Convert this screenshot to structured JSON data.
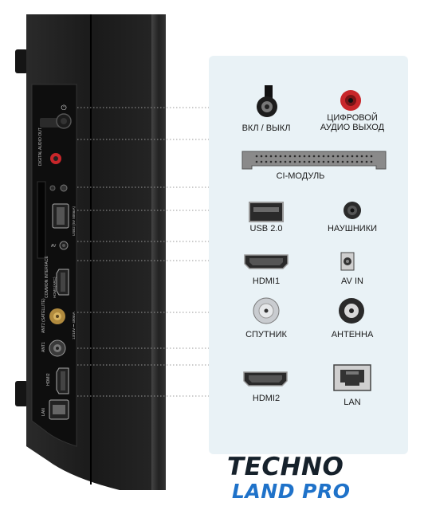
{
  "legend": {
    "power": "ВКЛ / ВЫКЛ",
    "digital_audio": "ЦИФРОВОЙ\nАУДИО ВЫХОД",
    "ci_module": "CI-МОДУЛЬ",
    "usb": "USB 2.0",
    "headphones": "НАУШНИКИ",
    "hdmi1": "HDMI1",
    "av_in": "AV IN",
    "satellite": "СПУТНИК",
    "antenna": "АНТЕННА",
    "hdmi2": "HDMI2",
    "lan": "LAN"
  },
  "panel_labels": {
    "digital_audio_out": "DIGITAL AUDIO OUT",
    "usb2": "USB2 (5V 500mA)",
    "av": "AV",
    "common_interface": "COMMON INTERFACE",
    "hdmi1_arc": "HDMI1(ARC)",
    "ant2": "ANT2 (SATELLITE)",
    "ant2_spec": "13/18V ⎓ 400mA",
    "ant1": "ANT1",
    "hdmi2": "HDMI2",
    "lan": "LAN"
  },
  "logo": {
    "line1": "TECHNO",
    "line2": "LAND PRO"
  },
  "colors": {
    "tv_body": "#1b1b1b",
    "port_panel": "#111111",
    "legend_bg": "#e9f2f6",
    "audio_red": "#c8262a",
    "logo_dark": "#16212b",
    "logo_blue": "#1f72c9"
  }
}
